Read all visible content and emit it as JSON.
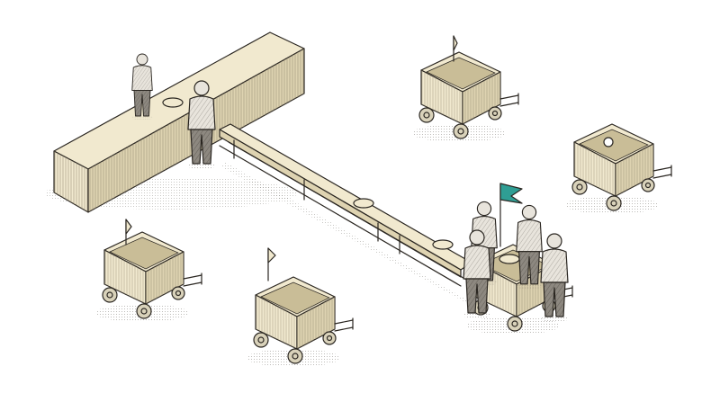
{
  "palette": {
    "background": "#ffffff",
    "cream": "#f1e9cf",
    "cream_shade": "#ded3b1",
    "cream_dark": "#c9bd97",
    "ink": "#2a2621",
    "flag": "#2f9e94",
    "person_light": "#e8e4dc",
    "person_dark": "#8d8880"
  },
  "scene": {
    "counter": {
      "icon": "counter"
    },
    "conveyor": {
      "icon": "conveyor-rail"
    },
    "idle_carts": [
      "cart",
      "cart",
      "cart-flag",
      "cart-flag",
      "cart-flag"
    ],
    "working_cart": {
      "icon": "cart-with-teal-flag"
    },
    "people": [
      "clerk",
      "customer",
      "worker",
      "worker",
      "worker",
      "worker"
    ],
    "pies_on_conveyor": 3
  }
}
